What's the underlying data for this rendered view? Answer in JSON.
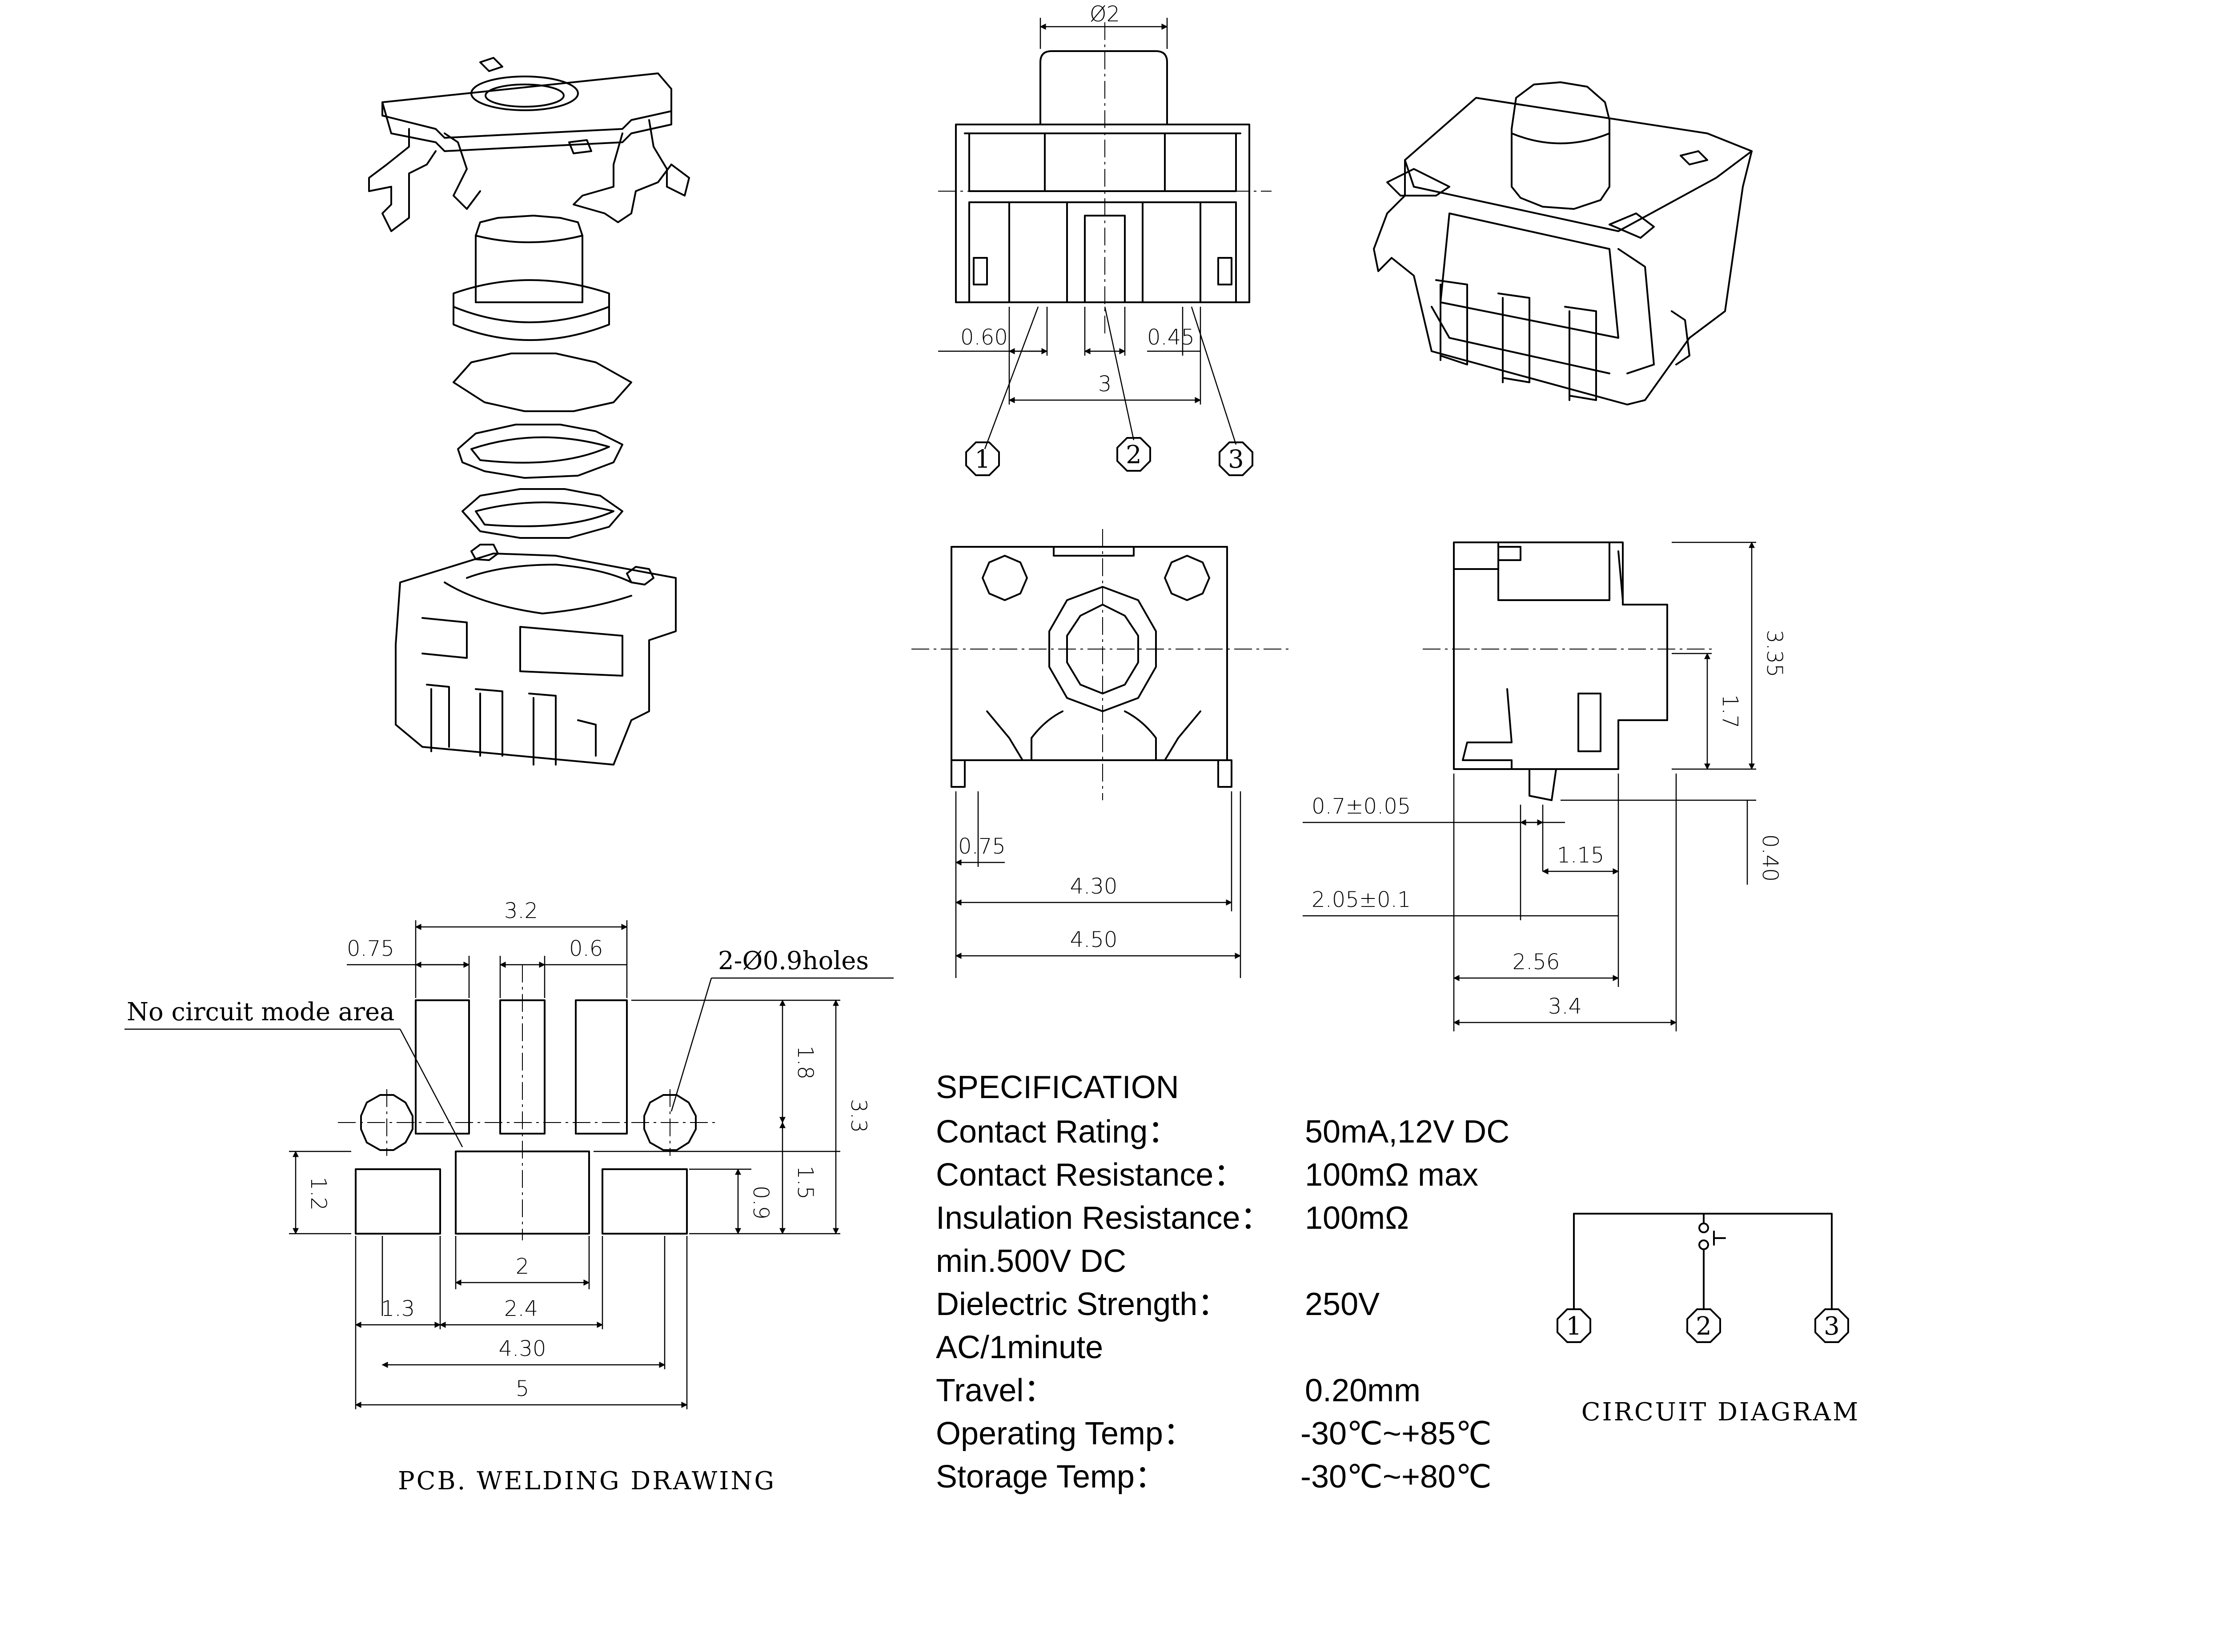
{
  "dims": {
    "top_dia": "Ø2",
    "top_060": "0.60",
    "top_045": "0.45",
    "top_3": "3",
    "pin1": "1",
    "pin2": "2",
    "pin3": "3",
    "front_075": "0.75",
    "front_430": "4.30",
    "front_450": "4.50",
    "side_335": "3.35",
    "side_17": "1.7",
    "side_07": "0.7±0.05",
    "side_040": "0.40",
    "side_115": "1.15",
    "side_205": "2.05±0.1",
    "side_256": "2.56",
    "side_34": "3.4",
    "pcb_32": "3.2",
    "pcb_075": "0.75",
    "pcb_06": "0.6",
    "pcb_holes": "2-Ø0.9holes",
    "pcb_no_circuit": "No circuit mode area",
    "pcb_18": "1.8",
    "pcb_33": "3.3",
    "pcb_15": "1.5",
    "pcb_12": "1.2",
    "pcb_09": "0.9",
    "pcb_2": "2",
    "pcb_13": "1.3",
    "pcb_24": "2.4",
    "pcb_430": "4.30",
    "pcb_5": "5"
  },
  "captions": {
    "pcb": "PCB. WELDING DRAWING",
    "circuit": "CIRCUIT DIAGRAM"
  },
  "spec": {
    "title": "SPECIFICATION",
    "rows": [
      {
        "label": "Contact  Rating：",
        "value": "50mA,12V DC"
      },
      {
        "label": "Contact  Resistance：",
        "value": "100mΩ max"
      },
      {
        "label": "Insulation Resistance：",
        "value": "100mΩ"
      },
      {
        "label": "min.500V DC",
        "value": ""
      },
      {
        "label": "Dielectric  Strength：",
        "value": "250V"
      },
      {
        "label": "AC/1minute",
        "value": ""
      },
      {
        "label": "Travel：",
        "value": "0.20mm"
      },
      {
        "label": "Operating Temp：",
        "value": "-30℃~+85℃"
      },
      {
        "label": "Storage Temp：",
        "value": "-30℃~+80℃"
      }
    ]
  },
  "circuit_pins": [
    "1",
    "2",
    "3"
  ]
}
